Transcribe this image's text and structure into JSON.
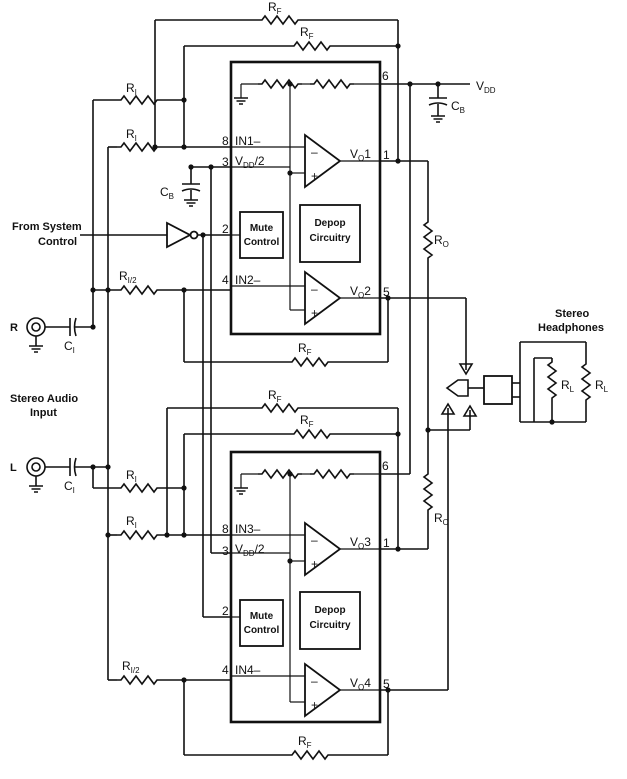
{
  "labels": {
    "rf": "R",
    "rf_sub": "F",
    "ri": "R",
    "ri_sub": "I",
    "ri2": "R",
    "ri2_sub": "I/2",
    "ro": "R",
    "ro_sub": "O",
    "rl": "R",
    "rl_sub": "L",
    "cb": "C",
    "cb_sub": "B",
    "ci": "C",
    "ci_sub": "I",
    "vdd": "V",
    "vdd_sub": "DD",
    "vdd_half": "V",
    "vdd_half_sub": "DD",
    "vdd_half_suffix": "/2",
    "vo": "V",
    "vo_sub": "O",
    "in1": "IN1–",
    "in2": "IN2–",
    "in3": "IN3–",
    "in4": "IN4–",
    "vo1": "1",
    "vo2": "2",
    "vo3": "3",
    "vo4": "4",
    "minus": "–",
    "plus": "+",
    "from_line1": "From System",
    "from_line2": "Control",
    "mute_line1": "Mute",
    "mute_line2": "Control",
    "depop_line1": "Depop",
    "depop_line2": "Circuitry",
    "r_jack": "R",
    "l_jack": "L",
    "stereo_audio_line1": "Stereo Audio",
    "stereo_audio_line2": "Input",
    "headphones_line1": "Stereo",
    "headphones_line2": "Headphones"
  },
  "pins": {
    "p1": "1",
    "p2": "2",
    "p3": "3",
    "p4": "4",
    "p5": "5",
    "p6": "6",
    "p8": "8"
  }
}
